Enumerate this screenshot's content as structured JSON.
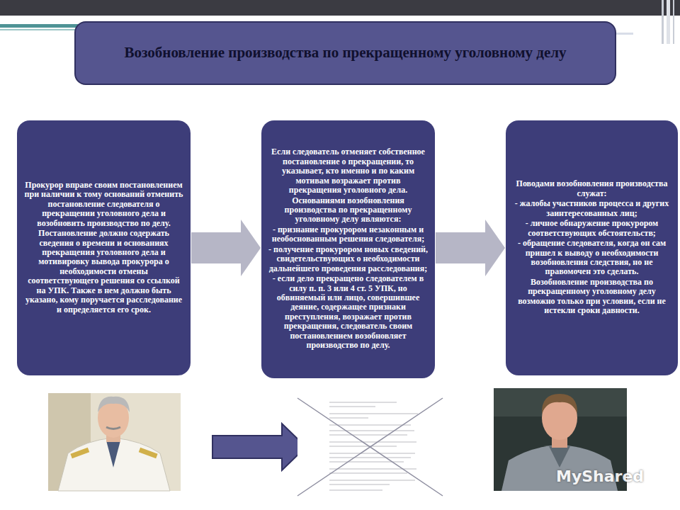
{
  "diagram": {
    "title": "Возобновление производства по прекращенному уголовному делу",
    "nodes": [
      {
        "text": [
          "Прокурор вправе своим постановлением при наличии к тому оснований отменить постановление следователя о прекращении уголовного дела и возобновить производство по делу.",
          "Постановление должно содержать сведения о времени и основаниях прекращения уголовного дела и мотивировку вывода прокурора о необходимости отмены соответствующего решения со ссылкой на УПК. Также в нем должно быть указано, кому поручается расследование и определяется его срок."
        ]
      },
      {
        "text": [
          "Если следователь отменяет собственное постановление о прекращении, то указывает, кто именно и по каким мотивам возражает против прекращения уголовного дела.",
          "Основаниями возобновления производства по прекращенному уголовному делу являются:",
          "- признание прокурором незаконным и необоснованным решения следователя;",
          "- получение прокурором новых сведений, свидетельствующих о необходимости дальнейшего проведения расследования;",
          "- если дело прекращено следователем в силу п. п. 3 или 4 ст. 5 УПК, но обвиняемый или лицо, совершившее деяние, содержащее признаки преступления, возражает против прекращения, следователь своим постановлением возобновляет производство по делу."
        ]
      },
      {
        "text": [
          "Поводами возобновления производства служат:",
          "- жалобы участников процесса и других заинтересованных лиц;",
          "- личное обнаружение прокурором соответствующих обстоятельств;",
          "- обращение следователя, когда он сам пришел к выводу о необходимости возобновления следствия, но не правомочен это сделать.",
          "Возобновление производства по прекращенному уголовному делу возможно только при условии, если не истекли сроки давности."
        ]
      }
    ],
    "edges": [
      {
        "from": 0,
        "to": 1,
        "arrow": "to"
      },
      {
        "from": 1,
        "to": 2,
        "arrow": "to"
      }
    ],
    "labels": [
      "MyShared"
    ]
  }
}
